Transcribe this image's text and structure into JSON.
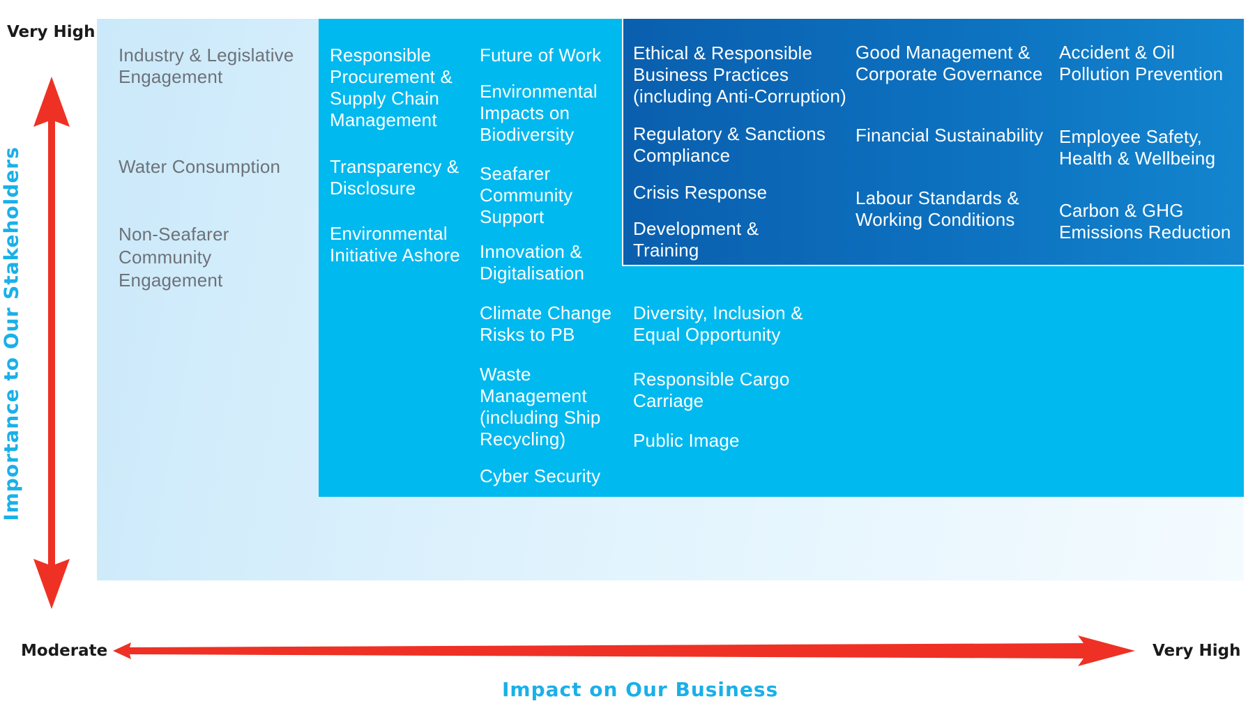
{
  "axes": {
    "y_top_label": "Very High",
    "y_title": "Importance to Our Stakeholders",
    "x_left_label": "Moderate",
    "x_right_label": "Very High",
    "x_title": "Impact on Our Business"
  },
  "colors": {
    "arrow": "#ee3124",
    "axis_title": "#1ab0e8",
    "zone_light": "#d6eefb",
    "zone_mid": "#00b9ef",
    "zone_dark": "#0a5fae"
  },
  "zones": {
    "light": [
      "Industry & Legislative Engagement",
      "Water Consumption",
      "Non-Seafarer Community Engagement"
    ],
    "mid_col1": [
      "Responsible Procurement & Supply Chain Management",
      "Transparency & Disclosure",
      "Environmental Initiative Ashore"
    ],
    "mid_col2": [
      "Future of Work",
      "Environmental Impacts on Biodiversity",
      "Seafarer Community Support",
      "Innovation & Digitalisation",
      "Climate Change Risks to PB",
      "Waste Management (including Ship Recycling)",
      "Cyber Security"
    ],
    "mid_col3": [
      "Diversity, Inclusion & Equal Opportunity",
      "Responsible Cargo Carriage",
      "Public Image"
    ],
    "dark_col1": [
      "Ethical & Responsible Business Practices (including Anti-Corruption)",
      "Regulatory & Sanctions Compliance",
      "Crisis Response",
      "Development & Training"
    ],
    "dark_col2": [
      "Good Management & Corporate Governance",
      "Financial Sustainability",
      "Labour Standards & Working Conditions"
    ],
    "dark_col3": [
      "Accident & Oil Pollution Prevention",
      "Employee Safety, Health & Wellbeing",
      "Carbon & GHG Emissions Reduction"
    ]
  }
}
